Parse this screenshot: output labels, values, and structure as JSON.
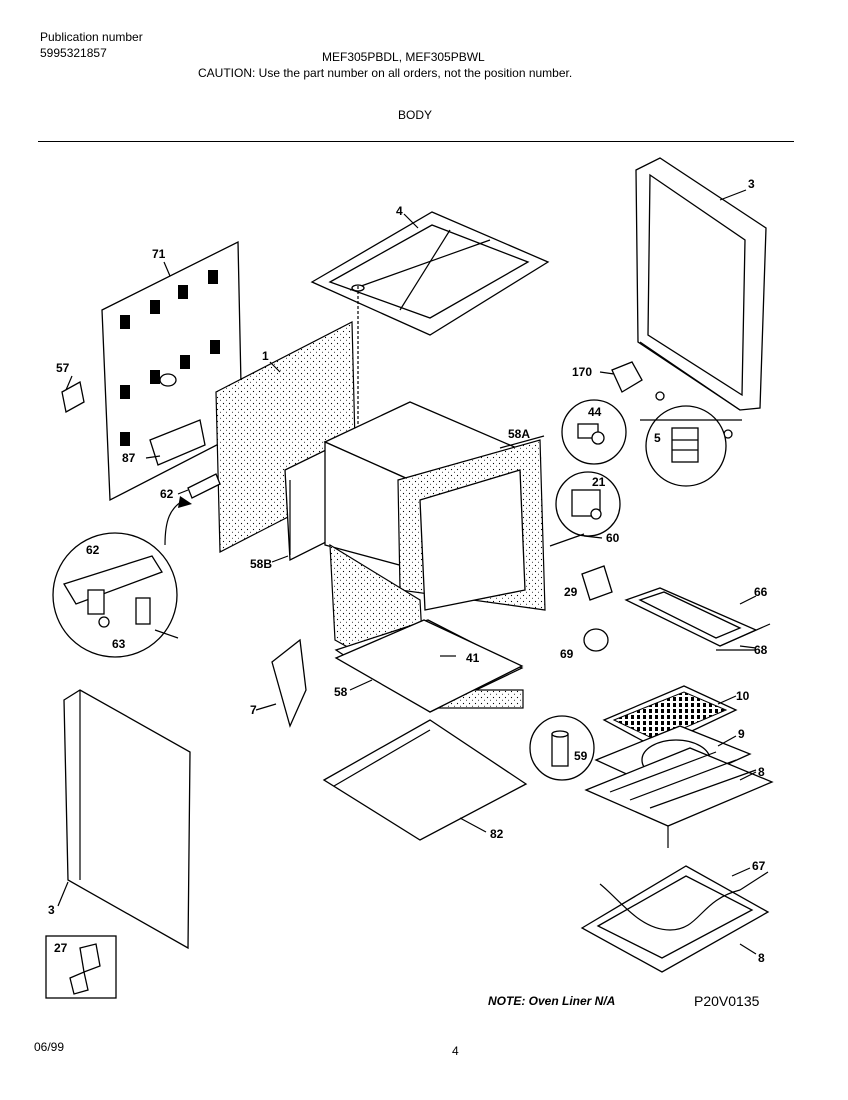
{
  "header": {
    "pub_label": "Publication number",
    "pub_number": "5995321857",
    "models": "MEF305PBDL, MEF305PBWL",
    "caution": "CAUTION:  Use the part number on all orders, not the position number.",
    "section": "BODY"
  },
  "callouts": {
    "c3_top": "3",
    "c4": "4",
    "c71": "71",
    "c1": "1",
    "c57": "57",
    "c87": "87",
    "c62a": "62",
    "c170": "170",
    "c44": "44",
    "c5": "5",
    "c58A": "58A",
    "c21": "21",
    "c60": "60",
    "c58B": "58B",
    "c62b": "62",
    "c63": "63",
    "c29": "29",
    "c66": "66",
    "c68": "68",
    "c69": "69",
    "c41": "41",
    "c7": "7",
    "c58": "58",
    "c10": "10",
    "c9": "9",
    "c59": "59",
    "c8_rack": "8",
    "c82": "82",
    "c67": "67",
    "c3_bot": "3",
    "c8_pan": "8",
    "c27": "27"
  },
  "footer": {
    "note": "NOTE:  Oven Liner N/A",
    "diagram_code": "P20V0135",
    "date": "06/99",
    "page": "4"
  }
}
